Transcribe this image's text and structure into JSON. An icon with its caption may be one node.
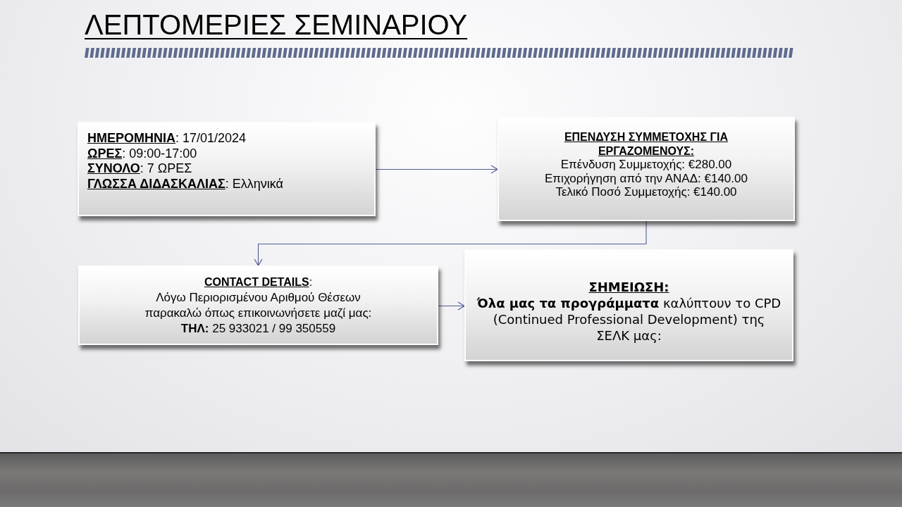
{
  "diagram": {
    "title": "ΛΕΠΤΟΜΕΡΙΕΣ ΣΕΜΙΝΑΡΙΟΥ",
    "nodes": [
      {
        "text": [
          "**ΗΜΕΡΟΜΗΝΙΑ**: 17/01/2024",
          "**ΩΡΕΣ**: 09:00-17:00",
          "**ΣΥΝΟΛΟ**: 7 ΩΡΕΣ",
          "**ΓΛΩΣΣΑ ΔΙΔΑΣΚΑΛΙΑΣ**: Ελληνικά"
        ]
      },
      {
        "text": [
          "ΕΠΕΝΔΥΣΗ ΣΥΜΜΕΤΟΧΗΣ ΓΙΑ ΕΡΓΑΖΟΜΕΝΟΥΣ:",
          "Επένδυση Συμμετοχής: €280.00",
          "Επιχορήγηση από την ΑΝΑΔ: €140.00",
          "Τελικό Ποσό Συμμετοχής: €140.00"
        ]
      },
      {
        "text": [
          "**CONTACT DETAILS**:",
          "Λόγω Περιορισμένου Αριθμού Θέσεων παρακαλώ όπως επικοινωνήσετε μαζί μας:",
          "**ΤΗΛ:** 25 933021 / 99 350559"
        ]
      },
      {
        "text": [
          "ΣΗΜΕΙΩΣΗ:",
          "**Όλα μας τα προγράμματα** καλύπτουν το CPD (Continued Professional Development) της ΣΕΛΚ μας:"
        ]
      }
    ],
    "edges": [
      {
        "from": 0,
        "to": 1,
        "arrow": "to"
      },
      {
        "from": 1,
        "to": 2,
        "arrow": "to"
      },
      {
        "from": 2,
        "to": 3,
        "arrow": "to"
      }
    ]
  }
}
